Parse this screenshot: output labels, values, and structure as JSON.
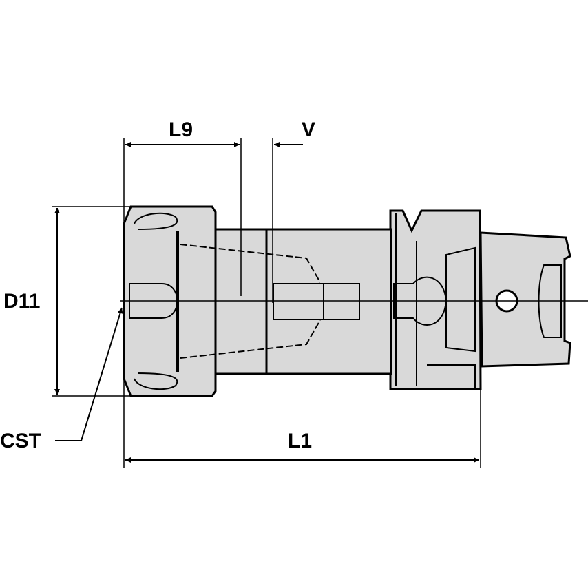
{
  "drawing": {
    "fill_color": "#d9d9d9",
    "line_color": "#000000",
    "dimensions": {
      "l9": "L9",
      "v": "V",
      "d11": "D11",
      "cst": "CST",
      "l1": "L1"
    }
  }
}
